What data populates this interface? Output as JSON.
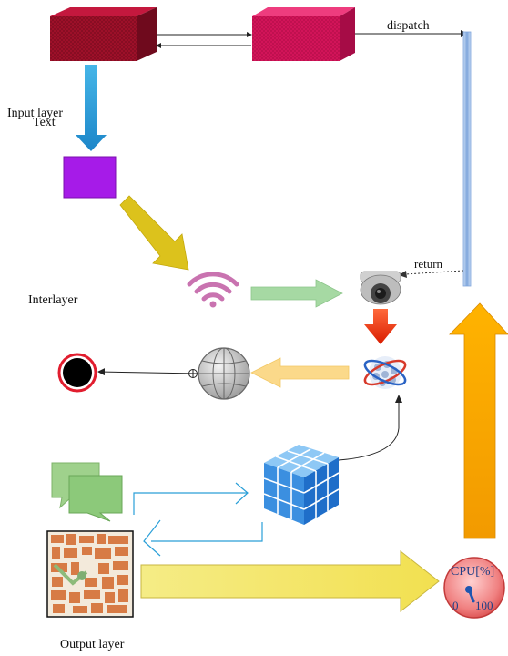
{
  "labels": {
    "input_layer": "Input layer",
    "text": "Text",
    "interlayer": "Interlayer",
    "output_layer": "Output layer",
    "dispatch": "dispatch",
    "return": "return"
  },
  "gauge": {
    "title": "CPU[%]",
    "min_label": "0",
    "max_label": "100",
    "fraction": 0.42
  },
  "icons": {
    "top_left_block": "red-3d-block-icon",
    "top_right_block": "magenta-3d-block-icon",
    "small_block": "purple-square-icon",
    "wifi": "wifi-signal-icon",
    "camera": "security-camera-icon",
    "orbit": "orbit-cluster-icon",
    "globe": "globe-icon",
    "target": "black-dot-target-icon",
    "chat": "chat-bubbles-icon",
    "cube": "data-cube-icon",
    "map": "city-map-icon",
    "gauge": "cpu-gauge-icon"
  },
  "colors": {
    "red_block": "#a0102a",
    "magenta_block": "#d4145a",
    "purple_block": "#a61be8",
    "blue_arrow": "#2a9fd8",
    "gold_arrow": "#d9c31a",
    "green_arrow": "#9fd39f",
    "yellow_arrow": "#f5e66f",
    "orange_arrow": "#f4a300",
    "light_orange_arrow": "#fbd98a",
    "dispatch_bar": "#9fc1ea"
  }
}
